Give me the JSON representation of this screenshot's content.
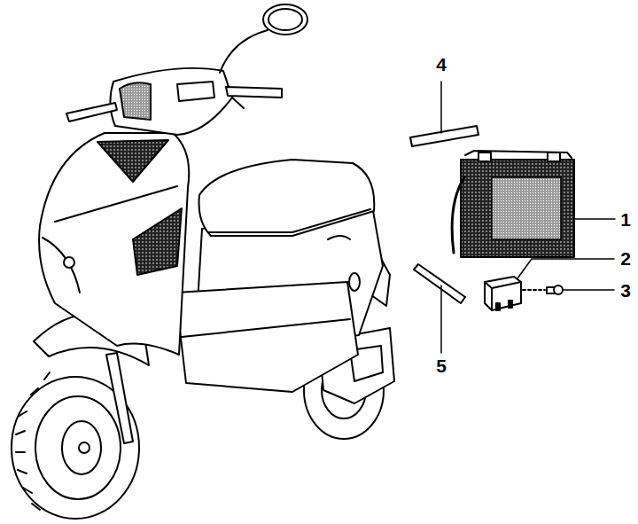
{
  "diagram": {
    "labels": [
      "4",
      "1",
      "2",
      "3",
      "5"
    ]
  }
}
